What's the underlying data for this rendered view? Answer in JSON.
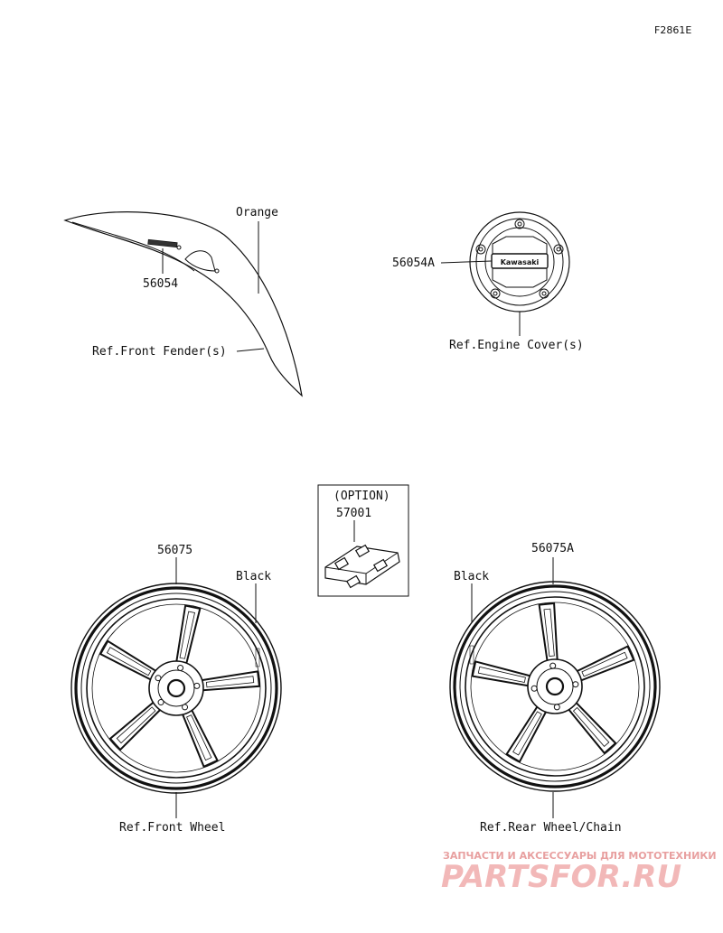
{
  "figure_code": "F2861E",
  "fender": {
    "part_number": "56054",
    "color_label": "Orange",
    "ref_label": "Ref.Front Fender(s)"
  },
  "engine_cover": {
    "part_number": "56054A",
    "ref_label": "Ref.Engine Cover(s)",
    "logo_text": "Kawasaki"
  },
  "option_box": {
    "heading": "(OPTION)",
    "part_number": "57001"
  },
  "front_wheel": {
    "part_number": "56075",
    "color_label": "Black",
    "ref_label": "Ref.Front Wheel"
  },
  "rear_wheel": {
    "part_number": "56075A",
    "color_label": "Black",
    "ref_label": "Ref.Rear Wheel/Chain"
  },
  "watermark": {
    "tagline": "ЗАПЧАСТИ И АКСЕССУАРЫ ДЛЯ МОТОТЕХНИКИ",
    "brand": "PARTSFOR.RU"
  }
}
